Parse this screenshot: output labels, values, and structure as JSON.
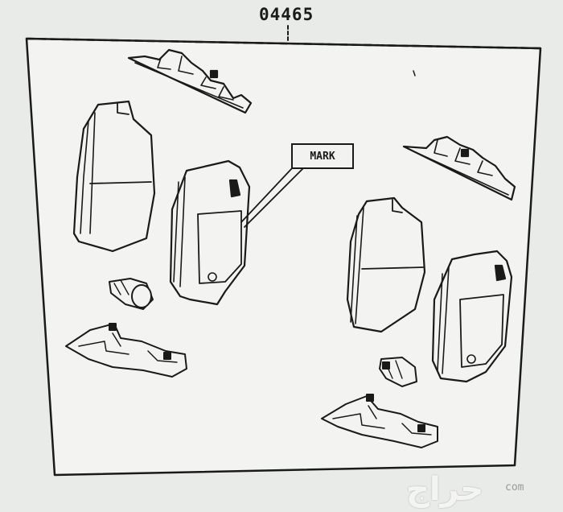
{
  "diagram": {
    "part_number": "04465",
    "callout_label": "MARK"
  },
  "watermark": {
    "text": "حراج",
    "suffix": "com"
  },
  "colors": {
    "ink": "#1a1a1a",
    "paper": "#f3f4f2",
    "background": "#e9ebe8"
  }
}
